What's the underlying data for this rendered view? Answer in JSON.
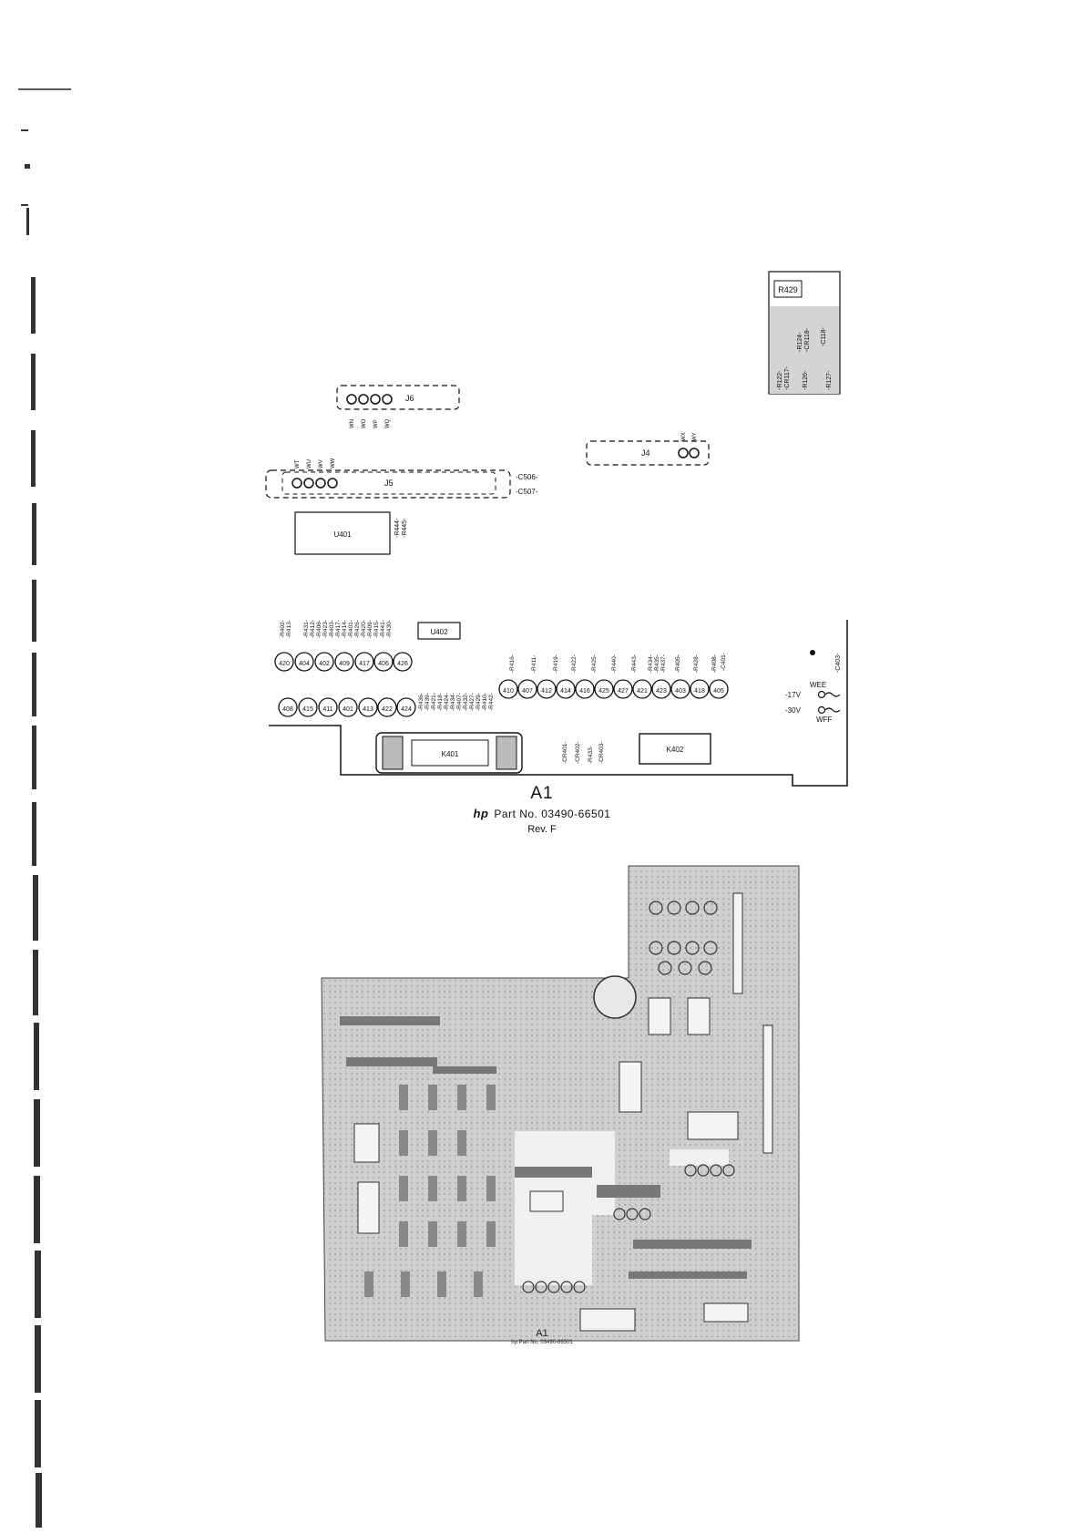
{
  "diagram": {
    "top_label": "R429",
    "side_labels": [
      "-R122-",
      "-CR117-",
      "-R124-",
      "-CR118-",
      "-R126-",
      "-R127-",
      "-C118-"
    ],
    "connectors": {
      "j6": "J6",
      "j4": "J4",
      "j5": "J5",
      "j6_wires": [
        "WN",
        "WO",
        "WP",
        "WQ"
      ],
      "j5_wires": [
        "WT",
        "WU",
        "WV",
        "WW"
      ],
      "j4_wires": [
        "WX",
        "WY"
      ]
    },
    "caps": [
      "-C506-",
      "-C507-",
      "-C403-",
      "-C401-"
    ],
    "chips": {
      "u401": "U401",
      "u402": "U402",
      "k401": "K401",
      "k402": "K402"
    },
    "u401_resistors": [
      "-R444-",
      "-R445-"
    ],
    "left_resistor_col": [
      "-R402-",
      "-R413-",
      "-R431-",
      "-R412-",
      "-R406-",
      "-R423-",
      "-R403-",
      "-R417-",
      "-R414-",
      "-R401-",
      "-R426-",
      "-R420-",
      "-R409-",
      "-R415-",
      "-R441-",
      "-R430-"
    ],
    "mid_resistor_col": [
      "-R436-",
      "-R439-",
      "-R421-",
      "-R418-",
      "-R424-",
      "-R434-",
      "-R407-",
      "-R432-",
      "-R427-",
      "-R429-",
      "-R410-",
      "-R442-"
    ],
    "top_resistor_row": [
      "-R416-",
      "-R411-",
      "-R419-",
      "-R422-",
      "-R425-",
      "-R440-",
      "-R443-",
      "-R434-",
      "-R435-",
      "-R437-",
      "-R405-",
      "-R428-",
      "-R408-"
    ],
    "transistors_row1": [
      "420",
      "404",
      "402",
      "409",
      "417",
      "406",
      "426"
    ],
    "transistors_row2": [
      "408",
      "415",
      "411",
      "401",
      "413",
      "422",
      "424"
    ],
    "transistors_row3": [
      "410",
      "407",
      "412",
      "414",
      "416",
      "425",
      "427",
      "421",
      "423",
      "403",
      "418",
      "405"
    ],
    "bottom_diodes": [
      "-CR401-",
      "-CR402-",
      "-R433-",
      "-CR403-"
    ],
    "supplies": {
      "v17": "-17V",
      "v30": "-30V",
      "wee": "WEE",
      "wff": "WFF"
    }
  },
  "caption": {
    "title": "A1",
    "hp": "hp",
    "part": "Part No. 03490-66501",
    "rev": "Rev. F"
  },
  "photo": {
    "title": "A1",
    "part": "hp Part No. 03490-66501"
  }
}
